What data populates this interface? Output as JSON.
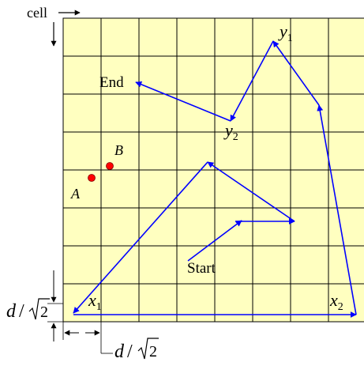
{
  "labels": {
    "cell": "cell",
    "end": "End",
    "start": "Start",
    "point_a": "A",
    "point_b": "B",
    "y1_base": "y",
    "y1_sub": "1",
    "y2_base": "y",
    "y2_sub": "2",
    "x1_base": "x",
    "x1_sub": "1",
    "x2_base": "x",
    "x2_sub": "2",
    "d_left_var": "d",
    "d_left_slash": "/",
    "d_left_two": "2",
    "d_bottom_var": "d",
    "d_bottom_slash": "/",
    "d_bottom_two": "2"
  },
  "colors": {
    "grid_fill": "#ffffc0",
    "grid_line": "#000000",
    "path": "#0000ff",
    "points": "#ff0000"
  }
}
